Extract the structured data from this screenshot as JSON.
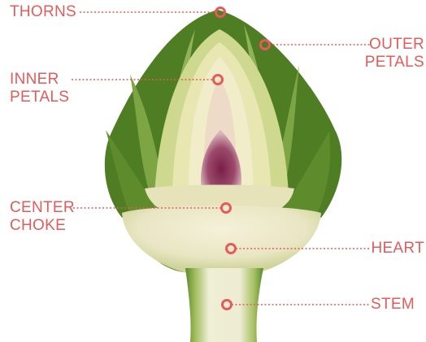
{
  "diagram": {
    "accent_color": "#e35b5b",
    "labels": {
      "thorns": [
        "THORNS"
      ],
      "outer_petals": [
        "OUTER",
        "PETALS"
      ],
      "inner_petals": [
        "INNER",
        "PETALS"
      ],
      "center_choke": [
        "CENTER",
        "CHOKE"
      ],
      "heart": [
        "HEART"
      ],
      "stem": [
        "STEM"
      ]
    }
  }
}
